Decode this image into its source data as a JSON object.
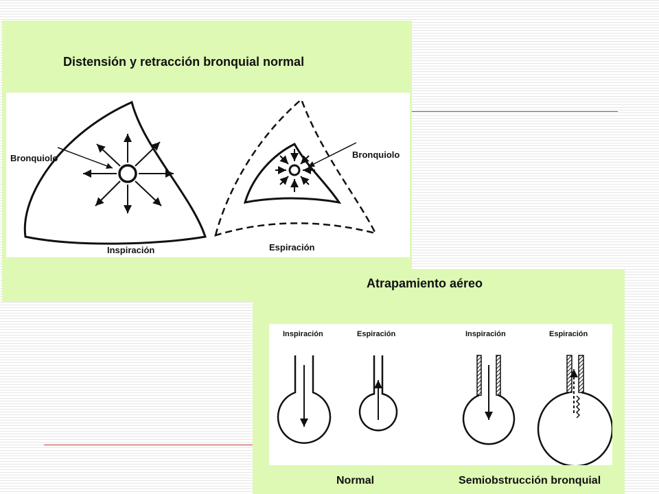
{
  "slide": {
    "accent_line_color": "#c0392b",
    "panel_color": "#ddf9b4"
  },
  "panel_top": {
    "title": "Distensión y retracción bronquial normal",
    "figure": {
      "left_label": "Bronquiolo",
      "right_label": "Bronquiolo",
      "left_caption": "Inspiración",
      "right_caption": "Espiración"
    }
  },
  "panel_bottom": {
    "title": "Atrapamiento aéreo",
    "figure": {
      "labels": [
        "Inspiración",
        "Espiración",
        "Inspiración",
        "Espiración"
      ]
    },
    "captions": {
      "normal": "Normal",
      "obstruction": "Semiobstrucción bronquial"
    }
  }
}
